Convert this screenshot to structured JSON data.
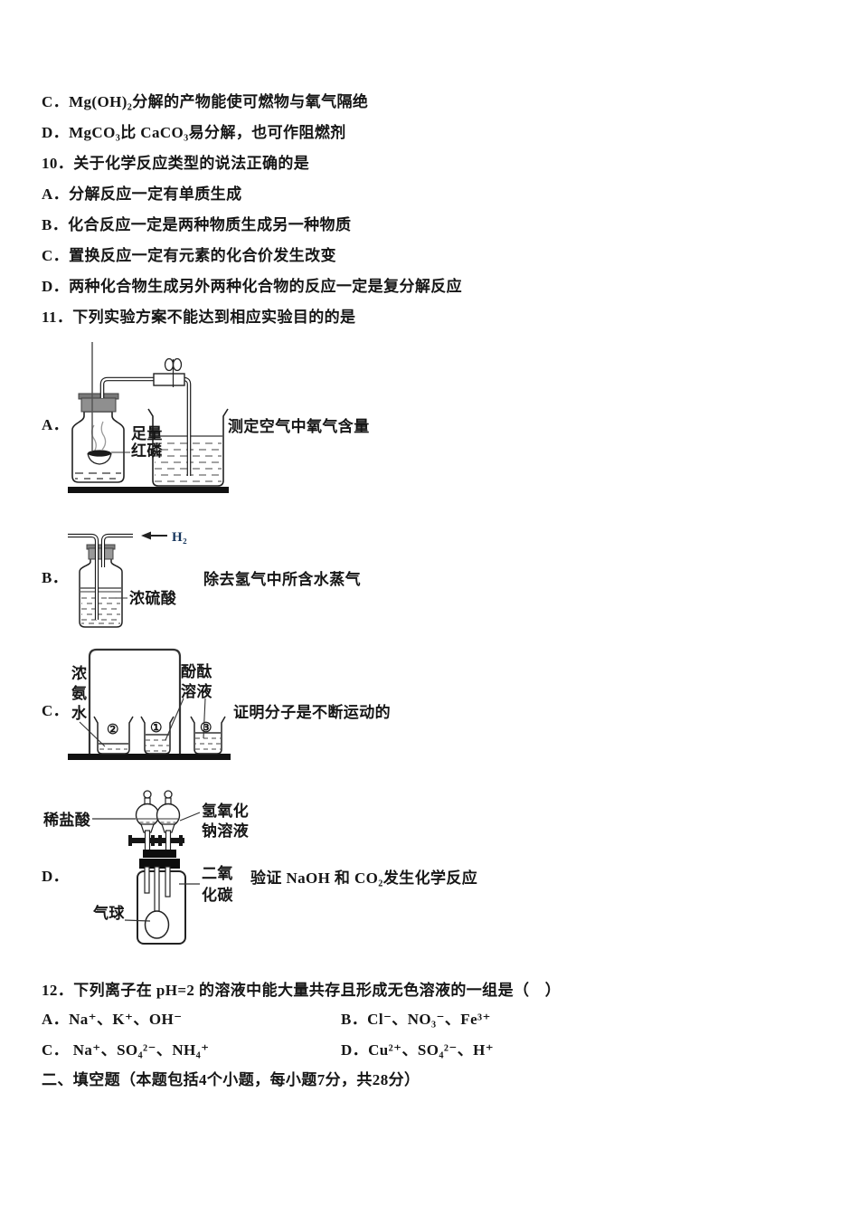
{
  "colors": {
    "ink": "#161616",
    "gas_blue": "#17365d"
  },
  "q9": {
    "option_c": "C．Mg(OH)₂分解的产物能使可燃物与氧气隔绝",
    "option_d": "D．MgCO₃比 CaCO₃易分解，也可作阻燃剂"
  },
  "q10": {
    "stem": "10．关于化学反应类型的说法正确的是",
    "option_a": "A．分解反应一定有单质生成",
    "option_b": "B．化合反应一定是两种物质生成另一种物质",
    "option_c": "C．置换反应一定有元素的化合价发生改变",
    "option_d": "D．两种化合物生成另外两种化合物的反应一定是复分解反应"
  },
  "q11": {
    "stem": "11．下列实验方案不能达到相应实验目的的是",
    "exp_a": {
      "label": "A．",
      "purpose": "测定空气中氧气含量",
      "ann1": "足量",
      "ann2": "红磷"
    },
    "exp_b": {
      "label": "B．",
      "purpose": "除去氢气中所含水蒸气",
      "gas": "H₂",
      "ann": "浓硫酸"
    },
    "exp_c": {
      "label": "C．",
      "purpose": "证明分子是不断运动的",
      "left1": "浓",
      "left2": "氨",
      "left3": "水",
      "right1": "酚酞",
      "right2": "溶液",
      "n1": "②",
      "n2": "①",
      "n3": "③"
    },
    "exp_d": {
      "label": "D．",
      "purpose": "验证 NaOH 和 CO₂发生化学反应",
      "acid": "稀盐酸",
      "base1": "氢氧化",
      "base2": "钠溶液",
      "gas1": "二氧",
      "gas2": "化碳",
      "balloon": "气球"
    }
  },
  "q12": {
    "stem": "12．下列离子在 pH=2 的溶液中能大量共存且形成无色溶液的一组是（　）",
    "option_a": "A．Na⁺、K⁺、OH⁻",
    "option_b": "B．Cl⁻、NO₃⁻、Fe³⁺",
    "option_c": "C． Na⁺、SO₄²⁻、NH₄⁺",
    "option_d": "D．Cu²⁺、SO₄²⁻、H⁺"
  },
  "section2": {
    "heading": "二、填空题（本题包括4个小题，每小题7分，共28分）"
  }
}
